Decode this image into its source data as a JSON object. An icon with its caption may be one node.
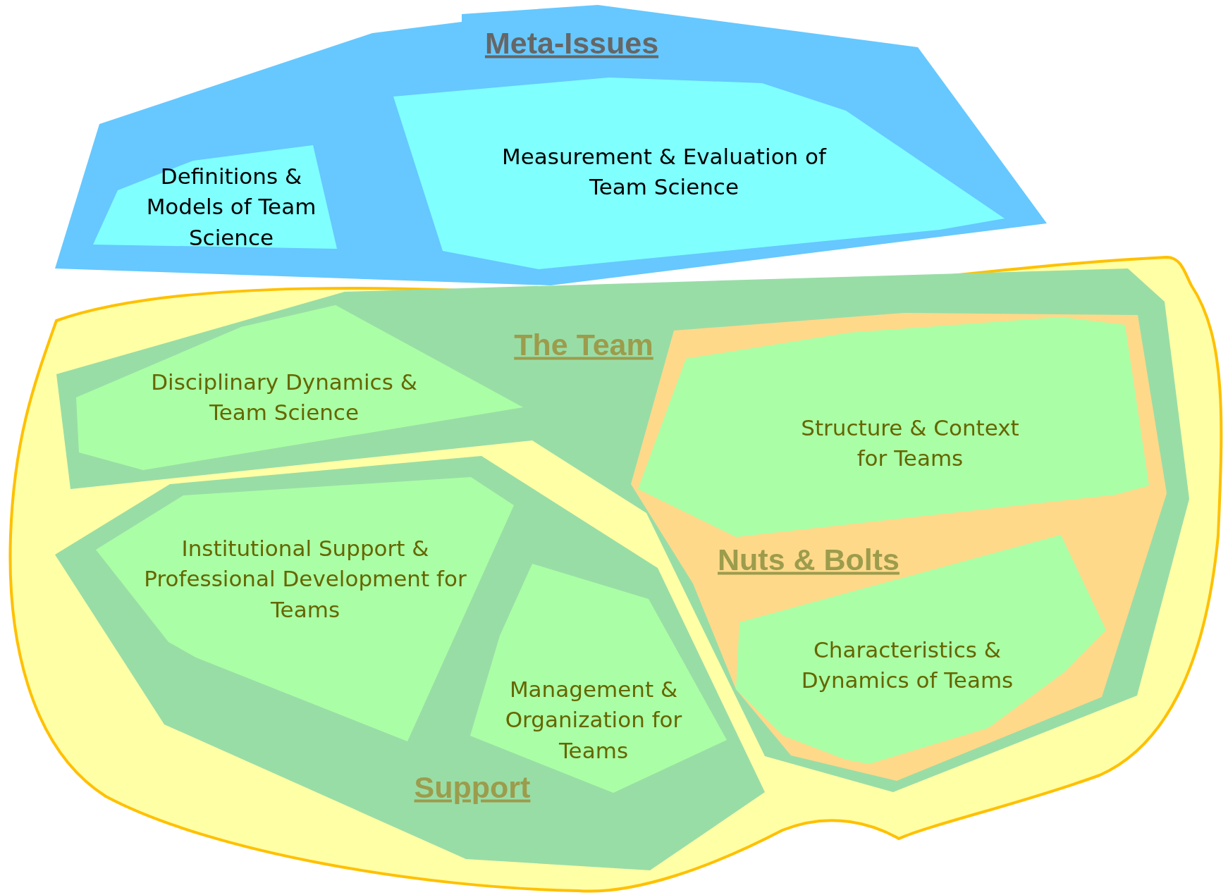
{
  "diagram": {
    "nodes": [
      {
        "text": [
          "Meta-Issues"
        ]
      },
      {
        "text": [
          "Definitions & Models of Team Science"
        ],
        "in": 0
      },
      {
        "text": [
          "Measurement & Evaluation of Team Science"
        ],
        "in": 0
      },
      {
        "text": [],
        "shape": "cloud"
      },
      {
        "text": [
          "The Team"
        ],
        "in": 3
      },
      {
        "text": [
          "Disciplinary Dynamics & Team Science"
        ],
        "in": 4
      },
      {
        "text": [
          "Nuts & Bolts"
        ],
        "in": 4
      },
      {
        "text": [
          "Structure & Context for Teams"
        ],
        "in": 6
      },
      {
        "text": [
          "Characteristics & Dynamics of Teams"
        ],
        "in": 6
      },
      {
        "text": [
          "Support"
        ],
        "in": 3
      },
      {
        "text": [
          "Institutional Support & Professional Development for Teams"
        ],
        "in": 9
      },
      {
        "text": [
          "Management & Organization for Teams"
        ],
        "in": 9
      }
    ]
  }
}
